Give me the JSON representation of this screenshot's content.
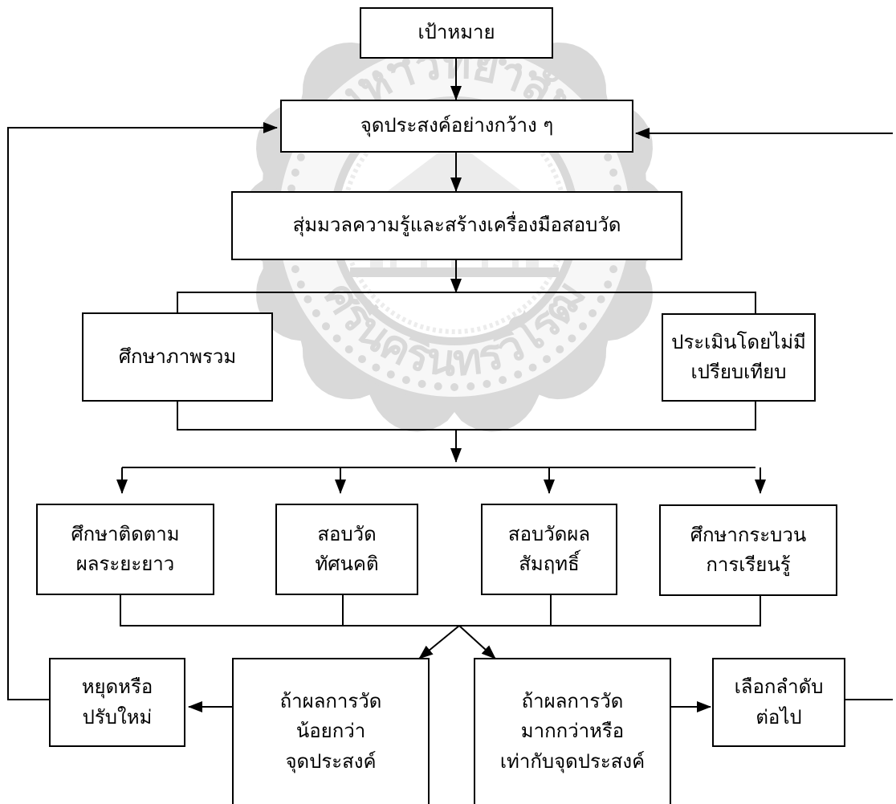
{
  "colors": {
    "line": "#000000",
    "box_fill": "#ffffff",
    "watermark": "#d9d9d9",
    "watermark_light": "#ececec"
  },
  "watermark": {
    "icon": "university-seal-icon",
    "lettering": [
      "มหาวิทยาลัย",
      "ศรีนครินทรวิโรฒ"
    ]
  },
  "nodes": {
    "goal": {
      "lines": [
        "เป้าหมาย"
      ]
    },
    "broad_objectives": {
      "lines": [
        "จุดประสงค์อย่างกว้าง ๆ"
      ]
    },
    "content_and_tools": {
      "lines": [
        "สุ่มมวลความรู้และสร้างเครื่องมือสอบวัด"
      ]
    },
    "overview_study": {
      "lines": [
        "ศึกษาภาพรวม"
      ]
    },
    "non_comparative": {
      "lines": [
        "ประเมินโดยไม่มี",
        "เปรียบเทียบ"
      ]
    },
    "longitudinal": {
      "lines": [
        "ศึกษาติดตาม",
        "ผลระยะยาว"
      ]
    },
    "attitude": {
      "lines": [
        "สอบวัด",
        "ทัศนคติ"
      ]
    },
    "achievement": {
      "lines": [
        "สอบวัดผล",
        "สัมฤทธิ์"
      ]
    },
    "learning_process": {
      "lines": [
        "ศึกษากระบวน",
        "การเรียนรู้"
      ]
    },
    "stop_or_revise": {
      "lines": [
        "หยุดหรือ",
        "ปรับใหม่"
      ]
    },
    "below_objective": {
      "lines": [
        "ถ้าผลการวัด",
        "น้อยกว่า",
        "จุดประสงค์"
      ]
    },
    "meets_objective": {
      "lines": [
        "ถ้าผลการวัด",
        "มากกว่าหรือ",
        "เท่ากับจุดประสงค์"
      ]
    },
    "next_sequence": {
      "lines": [
        "เลือกลำดับ",
        "ต่อไป"
      ]
    }
  }
}
